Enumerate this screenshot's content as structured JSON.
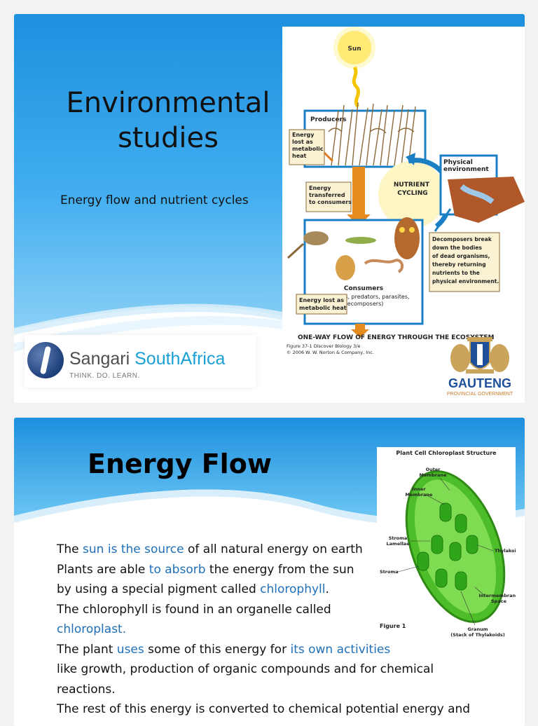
{
  "slide1": {
    "title_line1": "Environmental",
    "title_line2": "studies",
    "subtitle": "Energy flow and nutrient cycles",
    "diagram": {
      "sun": "Sun",
      "producers": "Producers",
      "heat_top": [
        "Energy",
        "lost as",
        "metabolic",
        "heat"
      ],
      "transferred": [
        "Energy",
        "transferred",
        "to consumers"
      ],
      "nutrient": [
        "NUTRIENT",
        "CYCLING"
      ],
      "physical": [
        "Physical",
        "environment"
      ],
      "decomposers": [
        "Decomposers break",
        "down the bodies",
        "of dead organisms,",
        "thereby returning",
        "nutrients to the",
        "physical environment."
      ],
      "consumers_title": "Consumers",
      "consumers_sub": [
        "(herbivores, predators, parasites,",
        "decomposers)"
      ],
      "heat_bottom": [
        "Energy lost as",
        "metabolic heat"
      ],
      "caption": "ONE-WAY FLOW OF ENERGY THROUGH THE ECOSYSTEM",
      "figure_ref": [
        "Figure 37-1  Discover Biology 3/e",
        "© 2006 W. W. Norton & Company, Inc."
      ]
    },
    "logo": {
      "name_part1": "Sangari",
      "name_part2": "SouthAfrica",
      "tagline": "THINK. DO. LEARN."
    },
    "gauteng": {
      "name": "GAUTENG",
      "sub": "PROVINCIAL GOVERNMENT"
    }
  },
  "slide2": {
    "title": "Energy Flow",
    "chloroplast": {
      "title": "Plant Cell Chloroplast Structure",
      "outer": [
        "Outer",
        "Membrane"
      ],
      "inner": [
        "Inner",
        "Membrane"
      ],
      "lamellae": [
        "Stroma",
        "Lamellae"
      ],
      "stroma": "Stroma",
      "thylakoid": "Thylakoid",
      "intermembrane": [
        "Intermembrane",
        "Space"
      ],
      "granum": [
        "Granum",
        "(Stack of Thylakoids)"
      ],
      "figure": "Figure 1"
    },
    "body": {
      "l1a": "The ",
      "l1b": "sun is the source",
      "l1c": " of all natural energy on earth",
      "l2a": "Plants are able ",
      "l2b": "to absorb",
      "l2c": " the energy from the sun",
      "l3a": "by using a special pigment called ",
      "l3b": "chlorophyll",
      "l3c": ".",
      "l4": "The chlorophyll is found in an organelle called",
      "l5": "chloroplast.",
      "l6a": "The plant ",
      "l6b": "uses",
      "l6c": " some of this energy for ",
      "l6d": "its own activities",
      "l7": "like growth, production of organic compounds and for chemical",
      "l8": "reactions.",
      "l9": "The rest of this energy is converted to chemical potential energy and"
    }
  },
  "colors": {
    "header_blue_dark": "#1d8fde",
    "header_blue_light": "#5cc0f1",
    "link_blue": "#1f6fb8",
    "sangari_blue": "#1aa0d6",
    "gauteng_blue": "#1d4f9a"
  }
}
